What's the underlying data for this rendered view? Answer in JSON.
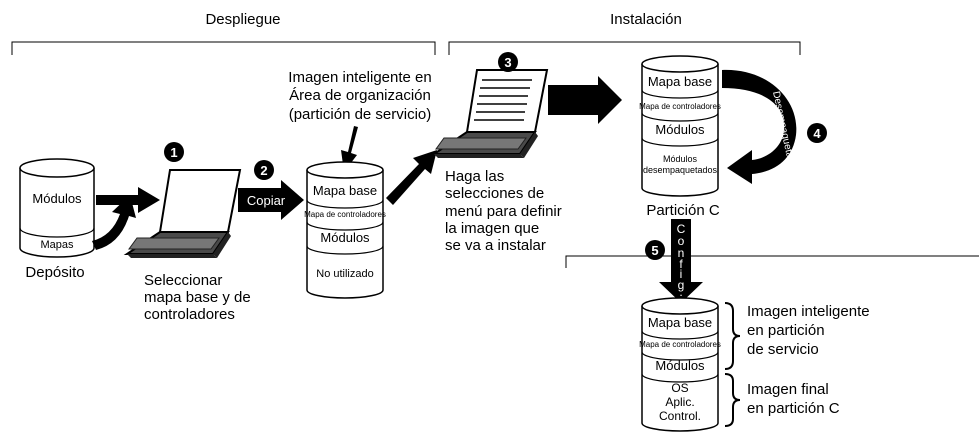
{
  "sections": {
    "deployment": "Despliegue",
    "installation": "Instalación"
  },
  "repository": {
    "modules": "Módulos",
    "maps": "Mapas",
    "caption": "Depósito"
  },
  "steps": [
    "1",
    "2",
    "3",
    "4",
    "5"
  ],
  "step1": {
    "line1": "Seleccionar",
    "line2": "mapa base y de",
    "line3": "controladores"
  },
  "step2": {
    "copy": "Copiar"
  },
  "service_partition": {
    "caption_line1": "Imagen inteligente en",
    "caption_line2": "Área de organización",
    "caption_line3": "(partición de servicio)",
    "layers": [
      "Mapa base",
      "Mapa de controladores",
      "Módulos",
      "No utilizado"
    ]
  },
  "step3": {
    "line1": "Haga las",
    "line2": "selecciones de",
    "line3": "menú para definir",
    "line4": "la imagen que",
    "line5": "se va a instalar"
  },
  "partition_c": {
    "layers": [
      "Mapa base",
      "Mapa de controladores",
      "Módulos",
      "Módulos",
      "desempaquetados"
    ],
    "caption": "Partición C",
    "unpack": "Desempaquetar"
  },
  "config": {
    "letters": [
      "C",
      "o",
      "n",
      "f",
      "i",
      "g",
      "."
    ]
  },
  "final": {
    "layers": [
      "Mapa base",
      "Mapa de controladores",
      "Módulos",
      "OS",
      "Aplic.",
      "Control."
    ],
    "smart_line1": "Imagen inteligente",
    "smart_line2": "en partición",
    "smart_line3": "de servicio",
    "final_line1": "Imagen final",
    "final_line2": "en partición C"
  }
}
